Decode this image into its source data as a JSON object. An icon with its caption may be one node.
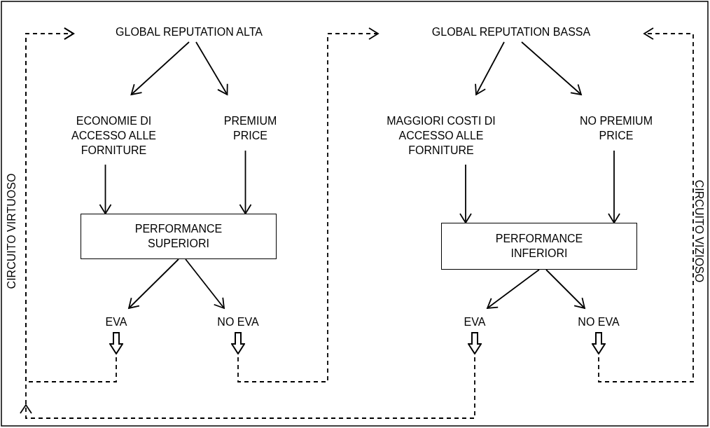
{
  "diagram": {
    "nodes": [
      {
        "text": [
          "GLOBAL REPUTATION ALTA"
        ]
      },
      {
        "text": [
          "ECONOMIE DI ACCESSO ALLE FORNITURE"
        ]
      },
      {
        "text": [
          "PREMIUM PRICE"
        ]
      },
      {
        "text": [
          "PERFORMANCE SUPERIORI"
        ]
      },
      {
        "text": [
          "EVA"
        ]
      },
      {
        "text": [
          "NO EVA"
        ]
      },
      {
        "text": [
          "GLOBAL REPUTATION BASSA"
        ]
      },
      {
        "text": [
          "MAGGIORI COSTI DI ACCESSO ALLE FORNITURE"
        ]
      },
      {
        "text": [
          "NO PREMIUM PRICE"
        ]
      },
      {
        "text": [
          "PERFORMANCE INFERIORI"
        ]
      },
      {
        "text": [
          "EVA"
        ]
      },
      {
        "text": [
          "NO EVA"
        ]
      }
    ],
    "edges": [
      {
        "from": 0,
        "to": 1,
        "arrow": "to"
      },
      {
        "from": 0,
        "to": 2,
        "arrow": "to"
      },
      {
        "from": 1,
        "to": 3,
        "arrow": "to"
      },
      {
        "from": 2,
        "to": 3,
        "arrow": "to"
      },
      {
        "from": 3,
        "to": 4,
        "arrow": "to"
      },
      {
        "from": 3,
        "to": 5,
        "arrow": "to"
      },
      {
        "from": 6,
        "to": 7,
        "arrow": "to"
      },
      {
        "from": 6,
        "to": 8,
        "arrow": "to"
      },
      {
        "from": 7,
        "to": 9,
        "arrow": "to"
      },
      {
        "from": 8,
        "to": 9,
        "arrow": "to"
      },
      {
        "from": 9,
        "to": 10,
        "arrow": "to"
      },
      {
        "from": 9,
        "to": 11,
        "arrow": "to"
      },
      {
        "from": 4,
        "to": 0,
        "arrow": "to",
        "style": "dashed"
      },
      {
        "from": 5,
        "to": 6,
        "arrow": "to",
        "style": "dashed"
      },
      {
        "from": 10,
        "to": 0,
        "arrow": "to",
        "style": "dashed"
      },
      {
        "from": 11,
        "to": 6,
        "arrow": "to",
        "style": "dashed"
      }
    ],
    "labels": [
      "CIRCUITO VIRTUOSO",
      "CIRCUITO VIZIOSO"
    ]
  }
}
